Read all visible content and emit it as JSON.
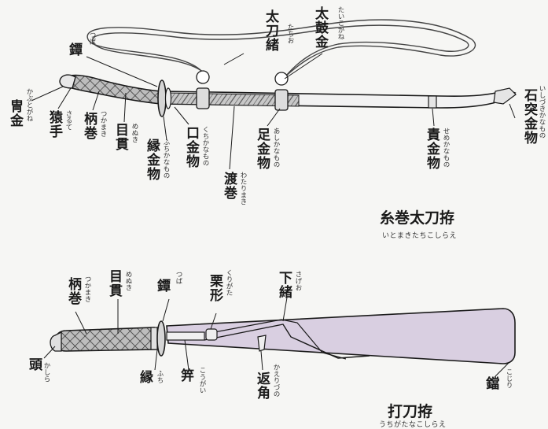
{
  "colors": {
    "sheath_purple": "#d9cfe1",
    "wrap_gray": "#b9b9b9",
    "line": "#1a1a1a",
    "background": "#f6f6f4"
  },
  "itomaki": {
    "title": "糸巻太刀拵",
    "title_reading": "いとまきたちこしらえ",
    "labels": {
      "tachio": {
        "text": "太刀緒",
        "reading": "たちお"
      },
      "taikogane": {
        "text": "太鼓金",
        "reading": "たいこがね"
      },
      "tsuba": {
        "text": "鐔",
        "reading": "つば"
      },
      "kabutogane": {
        "text": "冑金",
        "reading": "かぶとがね"
      },
      "sarute": {
        "text": "猿手",
        "reading": "さるて"
      },
      "tsukamaki": {
        "text": "柄巻",
        "reading": "つかまき"
      },
      "menuki": {
        "text": "目貫",
        "reading": "めぬき"
      },
      "fuchikanamono": {
        "text": "縁金物",
        "reading": "ふちかなもの"
      },
      "kuchikanamono": {
        "text": "口金物",
        "reading": "くちかなもの"
      },
      "watarimaki": {
        "text": "渡巻",
        "reading": "わたりまき"
      },
      "ashikanamono": {
        "text": "足金物",
        "reading": "あしかなもの"
      },
      "semekanamono": {
        "text": "責金物",
        "reading": "せめかなもの"
      },
      "ishizukikanamono": {
        "text": "石突金物",
        "reading": "いしづきかなもの"
      }
    }
  },
  "uchigatana": {
    "title": "打刀拵",
    "title_reading": "うちがたなこしらえ",
    "labels": {
      "tsukamaki": {
        "text": "柄巻",
        "reading": "つかまき"
      },
      "menuki": {
        "text": "目貫",
        "reading": "めぬき"
      },
      "tsuba": {
        "text": "鐔",
        "reading": "つば"
      },
      "kurigata": {
        "text": "栗形",
        "reading": "くりがた"
      },
      "sageo": {
        "text": "下緒",
        "reading": "さげお"
      },
      "kashira": {
        "text": "頭",
        "reading": "かしら"
      },
      "fuchi": {
        "text": "縁",
        "reading": "ふち"
      },
      "kougai": {
        "text": "笄",
        "reading": "こうがい"
      },
      "kaerizuno": {
        "text": "返角",
        "reading": "かえりづの"
      },
      "kojiri": {
        "text": "鐺",
        "reading": "こじり"
      }
    }
  }
}
